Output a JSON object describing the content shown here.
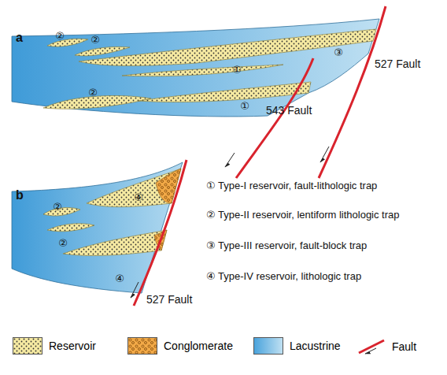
{
  "diagram": {
    "labels": [
      "a",
      "②",
      "②",
      "①",
      "②",
      "①",
      "③",
      "543 Fault",
      "527 Fault",
      "b",
      "②",
      "④",
      "②",
      "④",
      "527 Fault",
      "① Type-I reservoir, fault-lithologic trap",
      "② Type-II reservoir, lentiform lithologic trap",
      "③ Type-III reservoir, fault-block trap",
      "④ Type-IV reservoir, lithologic trap"
    ],
    "legend": [
      {
        "text": "Reservoir",
        "color": "#f6eaa2"
      },
      {
        "text": "Conglomerate",
        "color": "#f2a947"
      },
      {
        "text": "Lacustrine",
        "color": "#4aa3dc"
      },
      {
        "text": "Fault"
      }
    ]
  }
}
